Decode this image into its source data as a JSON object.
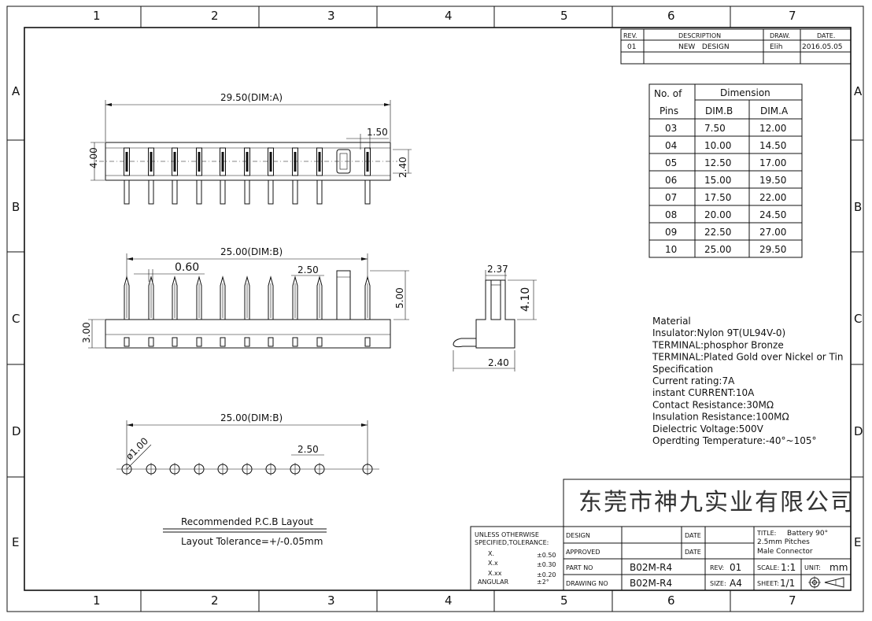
{
  "zones": {
    "columns": [
      "1",
      "2",
      "3",
      "4",
      "5",
      "6",
      "7"
    ],
    "rows": [
      "A",
      "B",
      "C",
      "D",
      "E"
    ]
  },
  "revision": {
    "headers": {
      "rev": "REV.",
      "description": "DESCRIPTION",
      "draw": "DRAW.",
      "date": "DATE."
    },
    "row": {
      "rev": "01",
      "description": "NEW   DESIGN",
      "draw": "Elih",
      "date": "2016.05.05"
    }
  },
  "dim_table": {
    "h1": "No. of",
    "h2": "Pins",
    "h_dimension": "Dimension",
    "h_b": "DIM.B",
    "h_a": "DIM.A",
    "rows": [
      {
        "pins": "03",
        "b": "7.50",
        "a": "12.00"
      },
      {
        "pins": "04",
        "b": "10.00",
        "a": "14.50"
      },
      {
        "pins": "05",
        "b": "12.50",
        "a": "17.00"
      },
      {
        "pins": "06",
        "b": "15.00",
        "a": "19.50"
      },
      {
        "pins": "07",
        "b": "17.50",
        "a": "22.00"
      },
      {
        "pins": "08",
        "b": "20.00",
        "a": "24.50"
      },
      {
        "pins": "09",
        "b": "22.50",
        "a": "27.00"
      },
      {
        "pins": "10",
        "b": "25.00",
        "a": "29.50"
      }
    ]
  },
  "top_view": {
    "dim_a": "29.50(DIM:A)",
    "d_150": "1.50",
    "d_400": "4.00",
    "d_240": "2.40"
  },
  "front_view": {
    "dim_b": "25.00(DIM:B)",
    "d_060": "0.60",
    "d_250": "2.50",
    "d_500": "5.00",
    "d_300": "3.00"
  },
  "side_view": {
    "d_237": "2.37",
    "d_410": "4.10",
    "d_240": "2.40"
  },
  "pcb_view": {
    "dim_b": "25.00(DIM:B)",
    "d_hole": "ø1.00",
    "d_250": "2.50",
    "title": "Recommended P.C.B Layout",
    "tolerance": "Layout Tolerance=+/-0.05mm"
  },
  "notes": [
    "Material",
    "Insulator:Nylon 9T(UL94V-0)",
    "TERMINAL:phosphor Bronze",
    "TERMINAL:Plated Gold over Nickel or Tin",
    "Specification",
    "Current rating:7A",
    "instant CURRENT:10A",
    "Contact Resistance:30MΩ",
    "Insulation Resistance:100MΩ",
    "Dielectric Voltage:500V",
    "Operdting Temperature:-40°~105°"
  ],
  "title_block": {
    "company": "东莞市神九实业有限公司",
    "tol_head1": "UNLESS OTHERWISE",
    "tol_head2": "SPECIFIED,TOLERANCE:",
    "tol_rows": [
      {
        "k": "X.",
        "v": "±0.50"
      },
      {
        "k": "X.x",
        "v": "±0.30"
      },
      {
        "k": "X.xx",
        "v": "±0.20"
      },
      {
        "k": "ANGULAR",
        "v": "±2°"
      }
    ],
    "design_label": "DESIGN",
    "approved_label": "APPROVED",
    "date_label": "DATE",
    "part_no_label": "PART NO",
    "part_no": "B02M-R4",
    "drawing_no_label": "DRAWING NO",
    "drawing_no": "B02M-R4",
    "rev_label": "REV:",
    "rev": "01",
    "size_label": "SIZE:",
    "size": "A4",
    "title_label": "TITLE:",
    "title_1": "Battery 90°",
    "title_2": "2.5mm Pitches",
    "title_3": "Male Connector",
    "scale_label": "SCALE:",
    "scale": "1:1",
    "unit_label": "UNIT:",
    "unit": "mm",
    "sheet_label": "SHEET:",
    "sheet": "1/1"
  }
}
